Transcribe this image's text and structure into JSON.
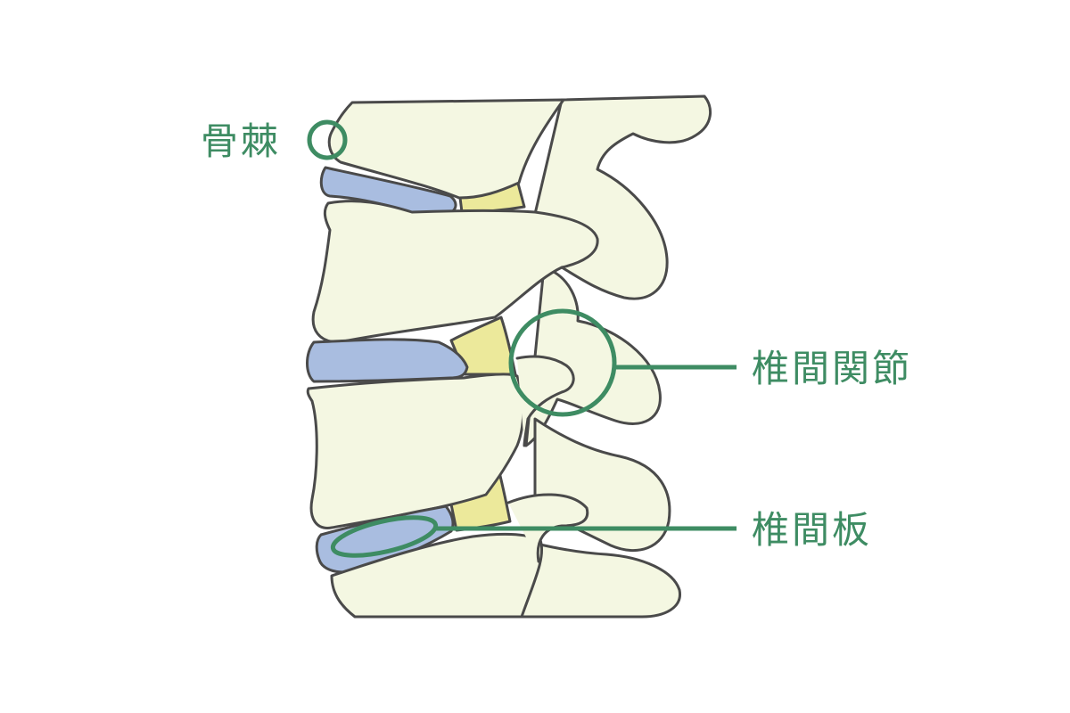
{
  "labels": {
    "osteophyte": "骨棘",
    "facet_joint": "椎間関節",
    "disc": "椎間板"
  },
  "colors": {
    "bone": "#f4f7e2",
    "disc": "#a9bde0",
    "ligament": "#ece99b",
    "outline": "#4a4a4a",
    "accent": "#3e8c63"
  }
}
